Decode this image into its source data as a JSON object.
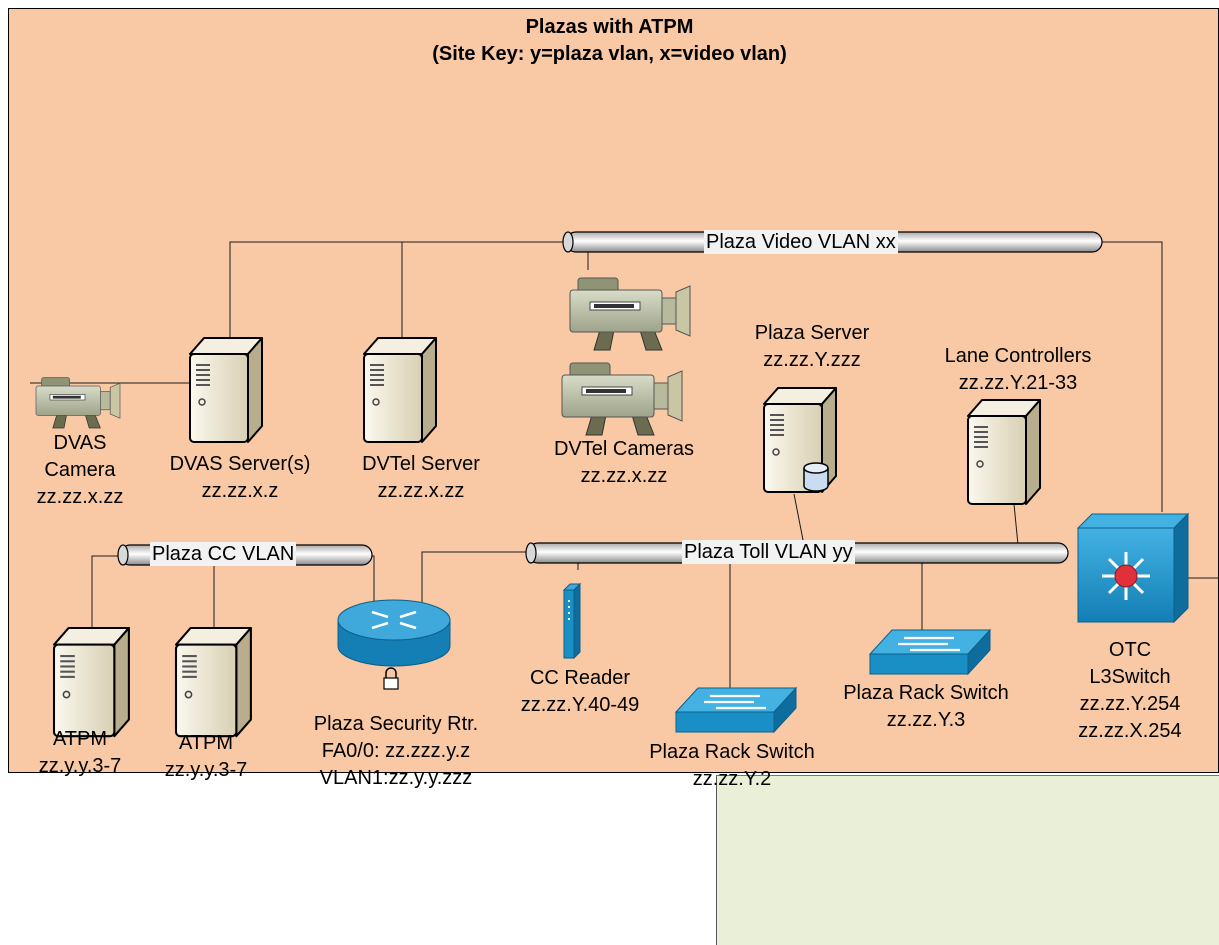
{
  "title": {
    "line1": "Plazas with ATPM",
    "line2": "(Site Key:   y=plaza vlan, x=video vlan)"
  },
  "vlans": {
    "video": "Plaza Video VLAN xx",
    "cc": "Plaza CC VLAN",
    "toll": "Plaza Toll VLAN yy"
  },
  "nodes": {
    "dvas_camera": {
      "l1": "DVAS",
      "l2": "Camera",
      "l3": "zz.zz.x.zz"
    },
    "dvas_server": {
      "l1": "DVAS Server(s)",
      "l2": "zz.zz.x.z"
    },
    "dvtel_server": {
      "l1": "DVTel Server",
      "l2": "zz.zz.x.zz"
    },
    "dvtel_cameras": {
      "l1": "DVTel Cameras",
      "l2": "zz.zz.x.zz"
    },
    "plaza_server": {
      "l1": "Plaza Server",
      "l2": "zz.zz.Y.zzz"
    },
    "lane_controllers": {
      "l1": "Lane Controllers",
      "l2": "zz.zz.Y.21-33"
    },
    "atpm1": {
      "l1": "ATPM",
      "l2": "zz.y.y.3-7"
    },
    "atpm2": {
      "l1": "ATPM",
      "l2": "zz.y.y.3-7"
    },
    "security_rtr": {
      "l1": "Plaza Security Rtr.",
      "l2": "FA0/0: zz.zzz.y.z",
      "l3": "VLAN1:zz.y.y.zzz"
    },
    "cc_reader": {
      "l1": "CC Reader",
      "l2": "zz.zz.Y.40-49"
    },
    "rack_switch_2": {
      "l1": "Plaza Rack Switch",
      "l2": "zz.zz.Y.2"
    },
    "rack_switch_3": {
      "l1": "Plaza Rack Switch",
      "l2": "zz.zz.Y.3"
    },
    "otc": {
      "l1": "OTC",
      "l2": "L3Switch",
      "l3": "zz.zz.Y.254",
      "l4": "zz.zz.X.254"
    }
  },
  "colors": {
    "background": "#f9c9a6",
    "bus": "#e6e6e6",
    "switch": "#1a8fc6",
    "router_center": "#e0303c",
    "server": "#efe8d4"
  },
  "icons": [
    "video-camera-icon",
    "server-icon",
    "database-icon",
    "router-icon",
    "lock-icon",
    "switch-icon",
    "l3-switch-icon",
    "card-reader-icon"
  ]
}
